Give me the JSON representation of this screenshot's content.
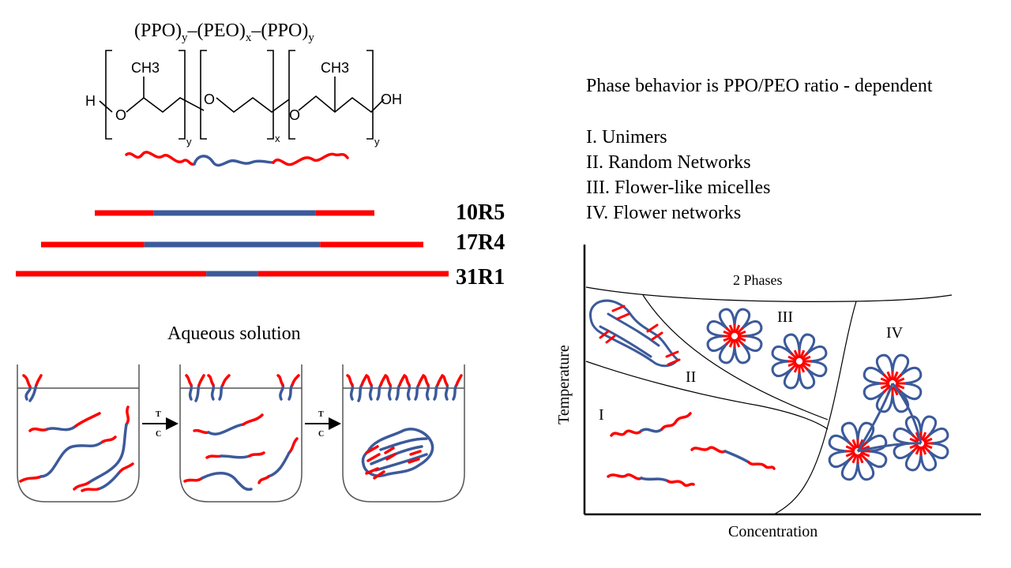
{
  "formula": {
    "ppo": "(PPO)",
    "y": "y",
    "dash": "–",
    "peo": "(PEO)",
    "x": "x"
  },
  "structure": {
    "h": "H",
    "o": "O",
    "oh": "OH",
    "ch3": "CH3",
    "sub_y": "y",
    "sub_x": "x"
  },
  "copolymers": [
    {
      "label": "10R5",
      "ppo_left": 0.21,
      "peo": 0.58,
      "ppo_right": 0.21
    },
    {
      "label": "17R4",
      "ppo_left": 0.27,
      "peo": 0.46,
      "ppo_right": 0.27
    },
    {
      "label": "31R1",
      "ppo_left": 0.44,
      "peo": 0.12,
      "ppo_right": 0.44
    }
  ],
  "aqueous": {
    "title": "Aqueous solution",
    "arrow_top": "T",
    "arrow_bottom": "C"
  },
  "phase_title": "Phase behavior is PPO/PEO ratio - dependent",
  "phases_legend": [
    "I. Unimers",
    "II. Random Networks",
    "III. Flower-like micelles",
    "IV. Flower networks"
  ],
  "phase_diagram": {
    "xlabel": "Concentration",
    "ylabel": "Temperature",
    "region_two_phase": "2 Phases",
    "region_labels": [
      "I",
      "II",
      "III",
      "IV"
    ]
  },
  "colors": {
    "ppo": "#ff0000",
    "peo": "#3c5a9a",
    "line": "#000000"
  }
}
